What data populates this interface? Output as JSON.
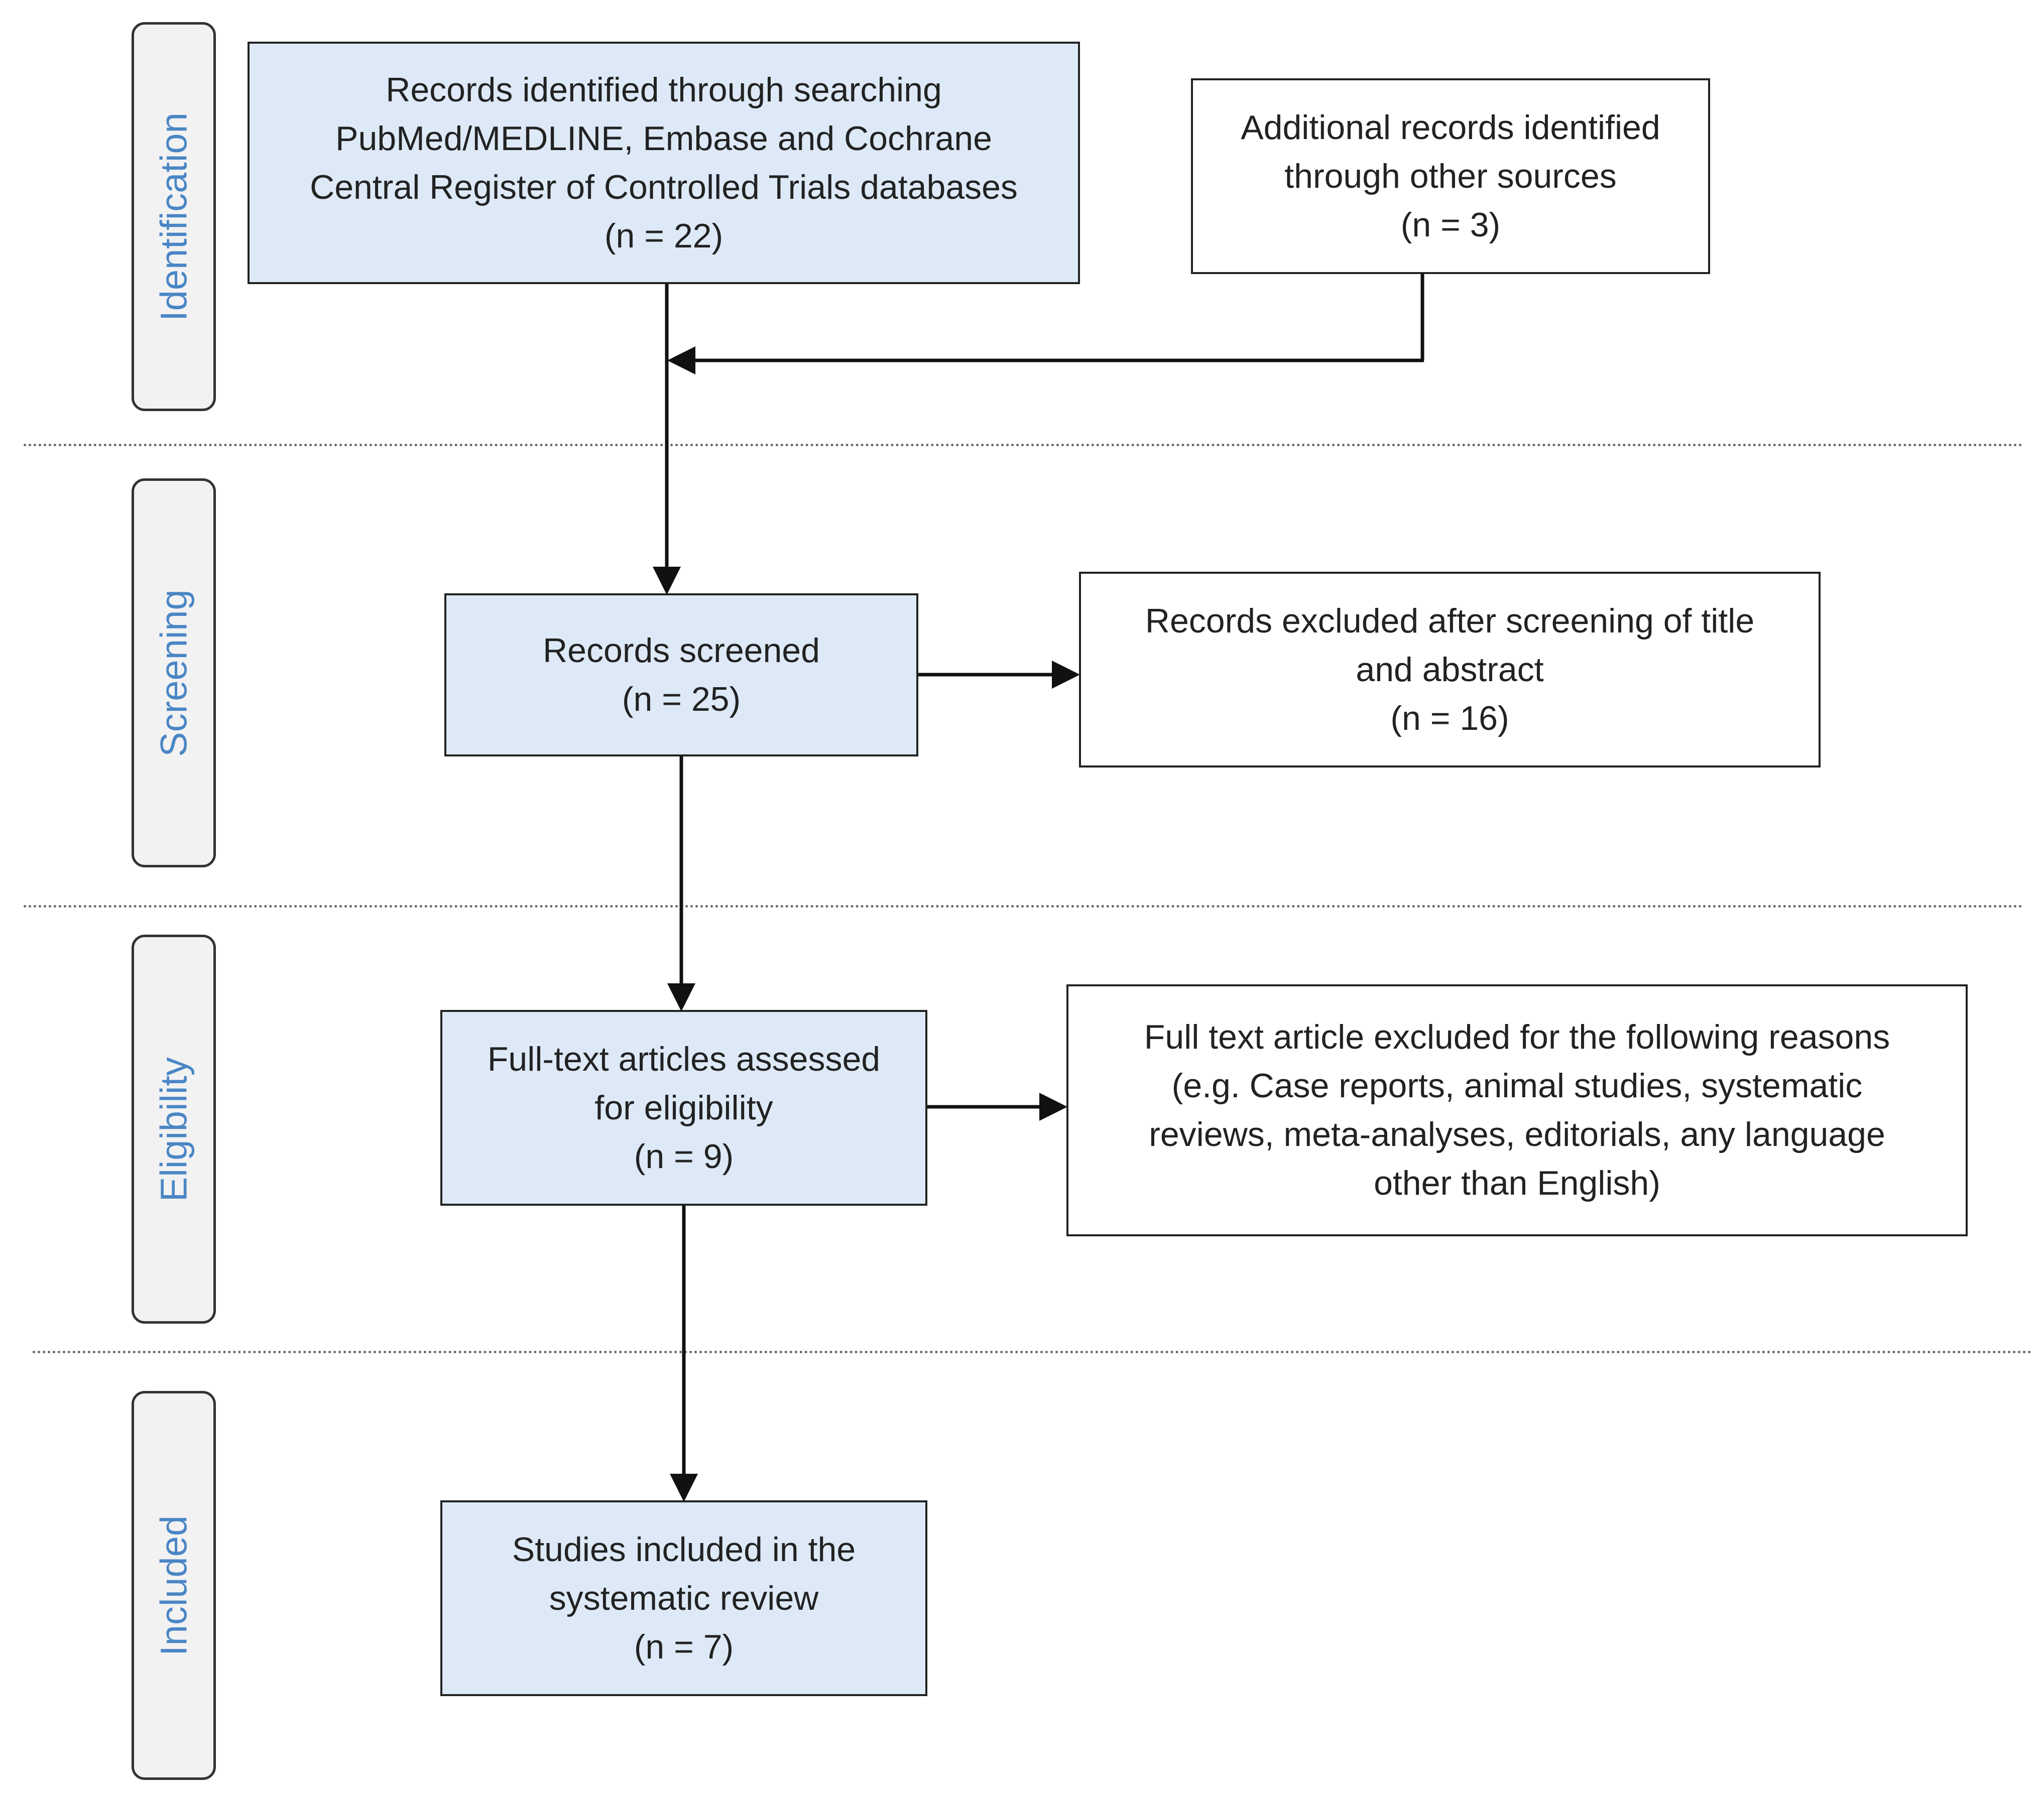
{
  "stages": [
    {
      "id": "identification",
      "label": "Identification"
    },
    {
      "id": "screening",
      "label": "Screening"
    },
    {
      "id": "eligibility",
      "label": "Eligibility"
    },
    {
      "id": "included",
      "label": "Included"
    }
  ],
  "boxes": {
    "records_identified": {
      "lines": [
        "Records identified through searching",
        "PubMed/MEDLINE, Embase and Cochrane",
        "Central Register of Controlled Trials databases",
        "(n = 22)"
      ]
    },
    "additional_records": {
      "lines": [
        "Additional records identified",
        "through other sources",
        "(n = 3)"
      ]
    },
    "records_screened": {
      "lines": [
        "Records screened",
        "(n = 25)"
      ]
    },
    "records_excluded": {
      "lines": [
        "Records excluded after screening of title",
        "and abstract",
        "(n = 16)"
      ]
    },
    "fulltext_assessed": {
      "lines": [
        "Full-text articles assessed",
        "for eligibility",
        "(n = 9)"
      ]
    },
    "fulltext_excluded": {
      "lines": [
        "Full text article excluded for the following reasons",
        "(e.g. Case reports, animal studies, systematic",
        "reviews, meta-analyses, editorials, any language",
        "other than English)"
      ]
    },
    "studies_included": {
      "lines": [
        "Studies included in the",
        "systematic review",
        "(n = 7)"
      ]
    }
  },
  "colors": {
    "box_fill_primary": "#dde9f6",
    "box_fill_secondary": "#ffffff",
    "stage_label_text": "#4a86c5",
    "stage_label_fill": "#f2f2f2",
    "stroke": "#222222"
  }
}
